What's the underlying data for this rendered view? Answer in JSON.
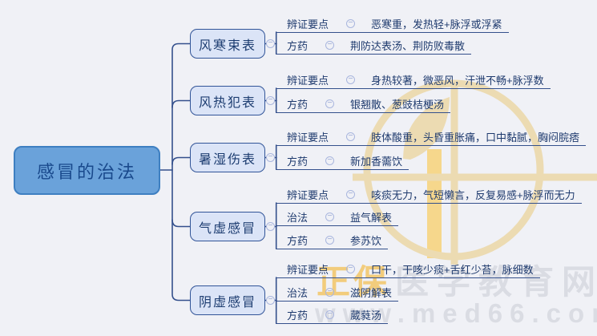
{
  "root": {
    "label": "感冒的治法"
  },
  "branches": [
    {
      "label": "风寒束表",
      "items": [
        {
          "label": "辨证要点",
          "value": "恶寒重，发热轻+脉浮或浮紧"
        },
        {
          "label": "方药",
          "value": "荆防达表汤、荆防败毒散"
        }
      ]
    },
    {
      "label": "风热犯表",
      "items": [
        {
          "label": "辨证要点",
          "value": "身热较著，微恶风，汗泄不畅+脉浮数"
        },
        {
          "label": "方药",
          "value": "银翘散、葱豉桔梗汤"
        }
      ]
    },
    {
      "label": "暑湿伤表",
      "items": [
        {
          "label": "辨证要点",
          "value": "肢体酸重，头昏重胀痛，口中黏腻，胸闷脘痞"
        },
        {
          "label": "方药",
          "value": "新加香薷饮"
        }
      ]
    },
    {
      "label": "气虚感冒",
      "items": [
        {
          "label": "辨证要点",
          "value": "咳痰无力，气短懒言，反复易感+脉浮而无力"
        },
        {
          "label": "治法",
          "value": "益气解表"
        },
        {
          "label": "方药",
          "value": "参苏饮"
        }
      ]
    },
    {
      "label": "阴虚感冒",
      "items": [
        {
          "label": "辨证要点",
          "value": "口干，干咳少痰+舌红少苔，脉细数"
        },
        {
          "label": "治法",
          "value": "滋阴解表"
        },
        {
          "label": "方药",
          "value": "葳蕤汤"
        }
      ]
    }
  ],
  "icons": {
    "minus": "−"
  },
  "watermark": {
    "brand_gold": "正保",
    "brand_gray": "医学教育网",
    "url": "www.med66.com"
  },
  "colors": {
    "accent_line": "#34508c",
    "root_fill": "#6aa2da",
    "branch_fill": "#dbe4f7",
    "watermark_gold": "#f2cc7c",
    "watermark_gray": "#dadce3"
  }
}
